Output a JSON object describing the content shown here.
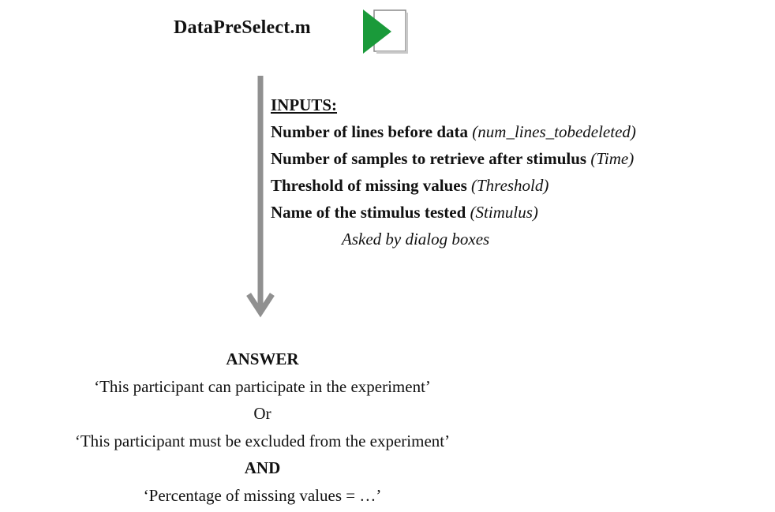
{
  "script": {
    "name": "DataPreSelect.m",
    "icon": "matlab-run-icon",
    "icon_color": "#1a9a3a"
  },
  "inputs": {
    "heading": "INPUTS:",
    "lines": [
      {
        "label": "Number of lines before data",
        "var": "(num_lines_tobedeleted)"
      },
      {
        "label": "Number of samples to retrieve after stimulus",
        "var": "(Time)"
      },
      {
        "label": "Threshold of missing values",
        "var": "(Threshold)"
      },
      {
        "label": "Name of the stimulus tested",
        "var": "(Stimulus)"
      }
    ],
    "note": "Asked by dialog boxes"
  },
  "answer": {
    "heading": "ANSWER",
    "option1": "‘This participant can participate in the experiment’",
    "or": "Or",
    "option2": "‘This participant must be excluded from the experiment’",
    "and": "AND",
    "percentage": "‘Percentage of missing values = …’"
  }
}
